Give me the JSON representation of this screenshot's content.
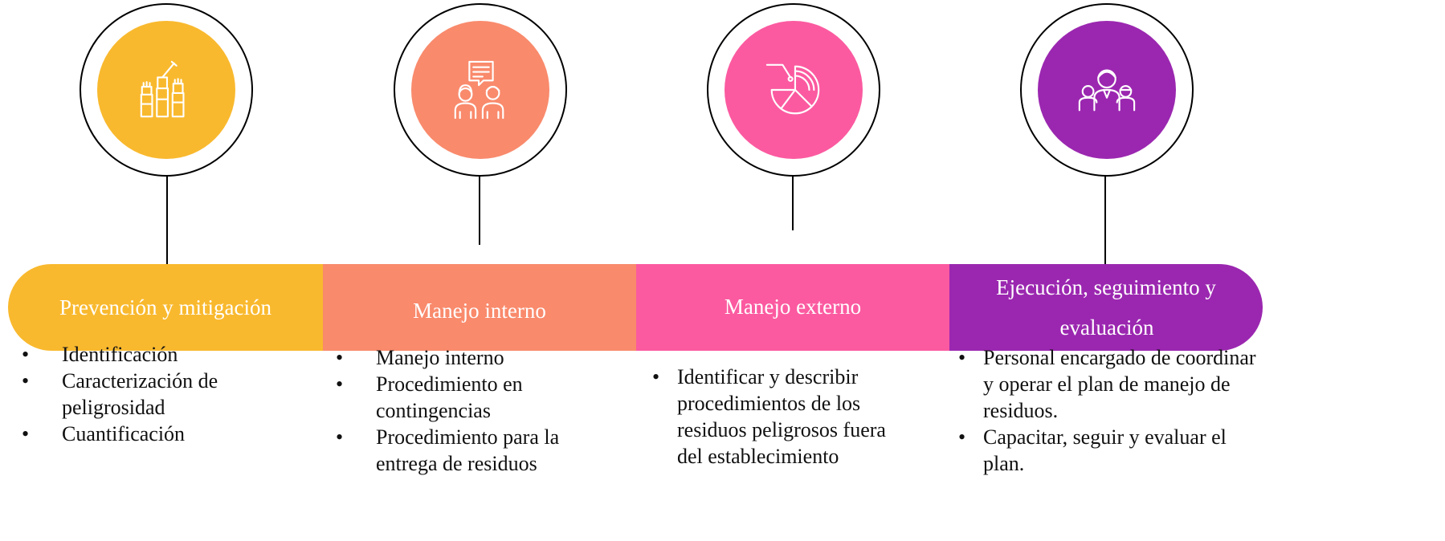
{
  "colors": {
    "yellow": "#F9B92E",
    "salmon": "#F98A6C",
    "pink": "#FB5AA0",
    "purple": "#9B27B0"
  },
  "stages": [
    {
      "label": "Prevención y mitigación",
      "icon": "raised-fists-icon",
      "bullets": [
        "Identificación",
        "Caracterización de peligrosidad",
        "Cuantificación"
      ]
    },
    {
      "label": "Manejo interno",
      "icon": "discussion-icon",
      "bullets": [
        "Manejo interno",
        "Procedimiento en contingencias",
        "Procedimiento para la entrega de residuos"
      ]
    },
    {
      "label": "Manejo externo",
      "icon": "pie-chart-icon",
      "bullets": [
        "Identificar y describir procedimientos de los residuos peligrosos fuera del establecimiento"
      ]
    },
    {
      "label_line1": "Ejecución, seguimiento y",
      "label_line2": "evaluación",
      "icon": "team-icon",
      "bullets": [
        "Personal encargado de coordinar y operar el plan de manejo de residuos.",
        "Capacitar, seguir y evaluar el plan."
      ]
    }
  ]
}
